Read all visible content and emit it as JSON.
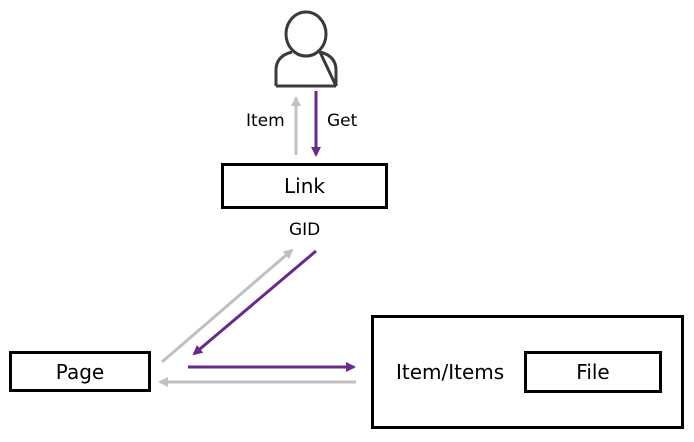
{
  "nodes": {
    "user": {
      "icon": "person-icon"
    },
    "link": {
      "label": "Link"
    },
    "page": {
      "label": "Page"
    },
    "container": {
      "label": "Item/Items"
    },
    "file": {
      "label": "File"
    }
  },
  "edges": {
    "item_label": "Item",
    "get_label": "Get",
    "gid_label": "GID"
  },
  "colors": {
    "purple": "#6a2a8c",
    "gray": "#c0c0c0",
    "stroke": "#000000",
    "icon_stroke": "#3a3a3a"
  }
}
